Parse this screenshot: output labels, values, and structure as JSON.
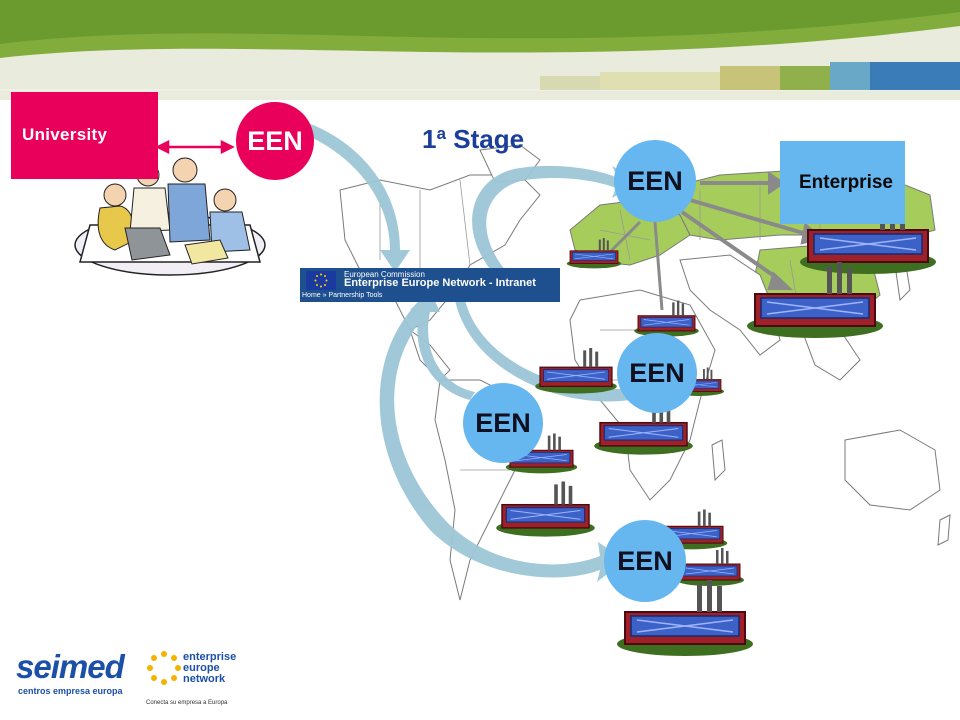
{
  "diagram": {
    "stage_title": "1ª Stage",
    "university_label": "University",
    "enterprise_label": "Enterprise",
    "een_labels": [
      "EEN",
      "EEN",
      "EEN",
      "EEN",
      "EEN"
    ],
    "intranet": {
      "org_line": "European Commission",
      "title": "Enterprise Europe Network - Intranet",
      "breadcrumb": "Home » Partnership Tools"
    },
    "colors": {
      "pink": "#e8005a",
      "light_blue": "#66b6f0",
      "stage_blue": "#1a3e9a",
      "header_green": "#6b9a2f",
      "map_highlight": "#a6cd5b",
      "arrow_teal": "#9cc6d6"
    }
  },
  "footer": {
    "seimed_name": "seimed",
    "seimed_tagline": "centros empresa europa",
    "een_logo_lines": [
      "enterprise",
      "europe",
      "network"
    ],
    "een_logo_tagline": "Conecta su empresa a Europa"
  }
}
